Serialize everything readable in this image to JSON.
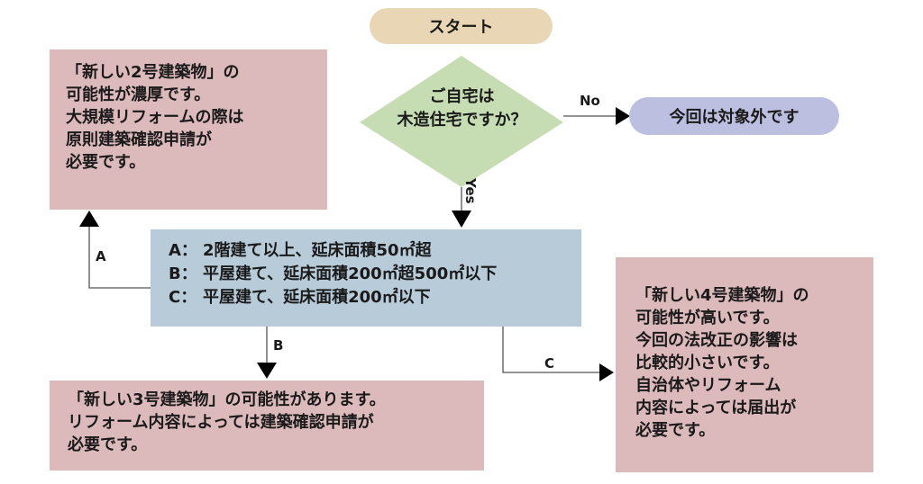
{
  "start": {
    "label": "スタート"
  },
  "decision": {
    "lines": [
      "ご自宅は",
      "木造住宅ですか？"
    ]
  },
  "branch_labels": {
    "no": "No",
    "yes": "Yes",
    "a": "A",
    "b": "B",
    "c": "C"
  },
  "out_of_scope": {
    "label": "今回は対象外です"
  },
  "conditions": {
    "rows": [
      {
        "key": "A：",
        "text": "2階建て以上、延床面積50㎡超"
      },
      {
        "key": "B：",
        "text": "平屋建て、延床面積200㎡超500㎡以下"
      },
      {
        "key": "C：",
        "text": "平屋建て、延床面積200㎡以下"
      }
    ]
  },
  "result_a": {
    "lines": [
      "「新しい2号建築物」の",
      "可能性が濃厚です。",
      "大規模リフォームの際は",
      "原則建築確認申請が",
      "必要です。"
    ]
  },
  "result_b": {
    "lines": [
      "「新しい3号建築物」の可能性があります。",
      "リフォーム内容によっては建築確認申請が",
      "必要です。"
    ]
  },
  "result_c": {
    "lines": [
      "「新しい4号建築物」の",
      "可能性が高いです。",
      "今回の法改正の影響は",
      "比較的小さいです。",
      "自治体やリフォーム",
      "内容によっては届出が",
      "必要です。"
    ]
  },
  "colors": {
    "start": "#e8d6b4",
    "decision": "#c6dcb2",
    "out_of_scope": "#bcbfe0",
    "conditions": "#b7cbd9",
    "result": "#dcb9bb",
    "line": "#555555",
    "arrow": "#000000"
  }
}
